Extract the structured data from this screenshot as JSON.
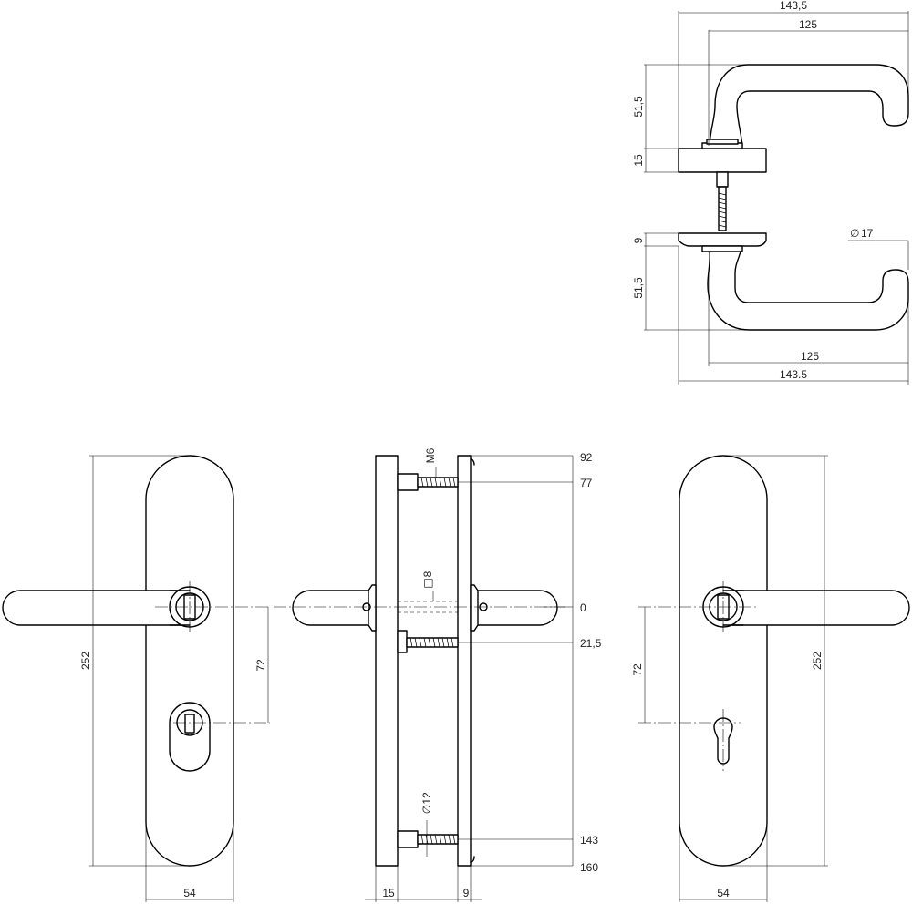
{
  "side_view": {
    "overall_top": "143,5",
    "lever_top": "125",
    "lever_height_top": "51,5",
    "rose_height_top": "15",
    "rose_height_bottom": "9",
    "lever_height_bottom": "51,5",
    "diameter_value": "17",
    "lever_bottom": "125",
    "overall_bottom": "143.5"
  },
  "front_left": {
    "height": "252",
    "lever_to_cylinder": "72",
    "width": "54"
  },
  "section_view": {
    "thread_label": "M6",
    "spindle_label": "8",
    "screw_diameter": "12",
    "ord_92": "92",
    "ord_77": "77",
    "ord_0": "0",
    "ord_21_5": "21,5",
    "ord_143": "143",
    "ord_160": "160",
    "plate_left_thickness": "15",
    "plate_right_thickness": "9"
  },
  "front_right": {
    "lever_to_cylinder": "72",
    "height": "252",
    "width": "54"
  },
  "symbols": {
    "diameter": "∅",
    "square": "□"
  }
}
